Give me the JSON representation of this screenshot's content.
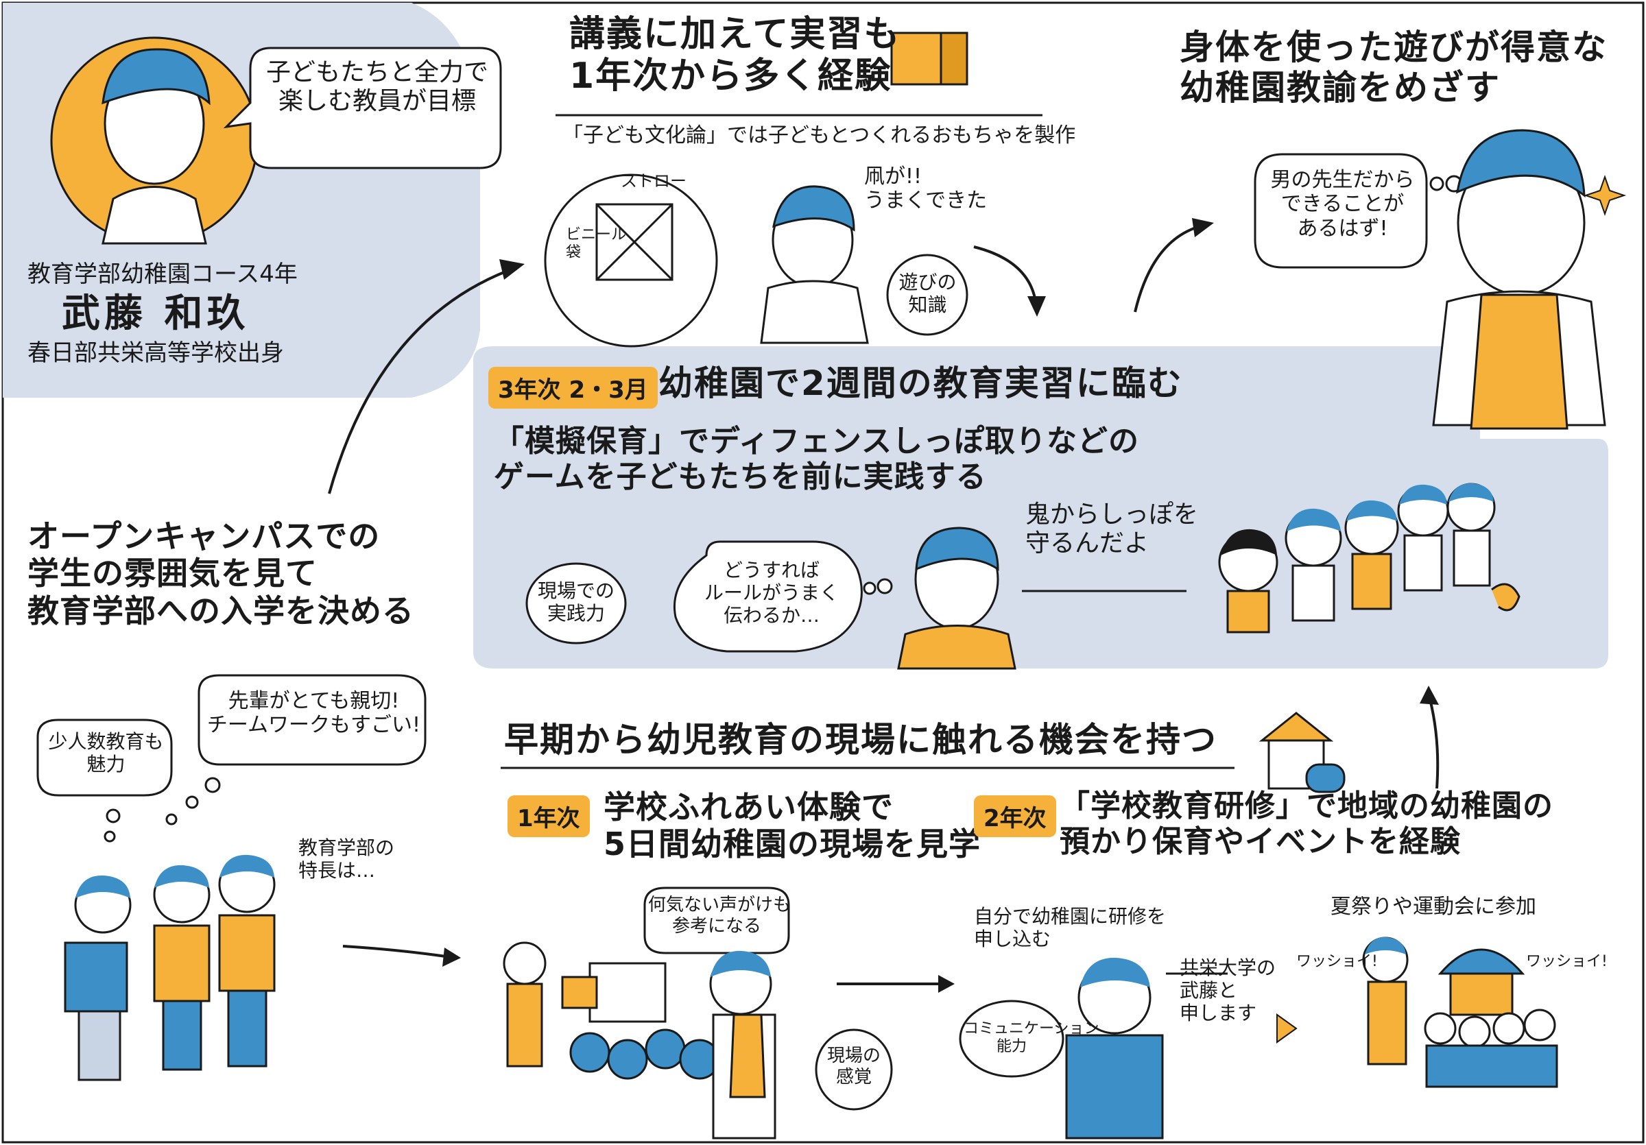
{
  "profile": {
    "speech": "子どもたちと全力で\n楽しむ教員が目標",
    "department": "教育学部幼稚園コース4年",
    "name": "武藤 和玖",
    "school": "春日部共栄高等学校出身"
  },
  "lecture": {
    "title": "講義に加えて実習も\n1年次から多く経験",
    "subtitle": "「子ども文化論」では子どもとつくれるおもちゃを製作",
    "label_straw": "ストロー",
    "label_bag": "ビニール\n袋",
    "speech": "凧が!!\nうまくできた",
    "badge": "遊びの\n知識"
  },
  "goal": {
    "title": "身体を使った遊びが得意な\n幼稚園教諭をめざす",
    "speech": "男の先生だから\nできることが\nあるはず!"
  },
  "practice": {
    "tag": "3年次 2・3月",
    "title": "幼稚園で2週間の教育実習に臨む",
    "body": "「模擬保育」でディフェンスしっぽ取りなどの\nゲームを子どもたちを前に実践する",
    "speech": "鬼からしっぽを\n守るんだよ",
    "badge": "現場での\n実践力",
    "thought": "どうすれば\nルールがうまく\n伝わるか…"
  },
  "opencampus": {
    "text": "オープンキャンパスでの\n学生の雰囲気を見て\n教育学部への入学を決める",
    "thought1": "少人数教育も\n魅力",
    "thought2": "先輩がとても親切!\nチームワークもすごい!",
    "speech": "教育学部の\n特長は…"
  },
  "early": {
    "title": "早期から幼児教育の現場に触れる機会を持つ"
  },
  "year1": {
    "tag": "1年次",
    "title": "学校ふれあい体験で\n5日間幼稚園の現場を見学",
    "speech": "何気ない声がけも\n参考になる",
    "badge": "現場の\n感覚"
  },
  "year2": {
    "tag": "2年次",
    "title": "「学校教育研修」で地域の幼稚園の\n預かり保育やイベントを経験",
    "caption1": "自分で幼稚園に研修を\n申し込む",
    "speech": "共栄大学の\n武藤と\n申します",
    "badge": "コミュニケーション\n能力",
    "caption2": "夏祭りや運動会に参加",
    "shout1": "ワッショイ!",
    "shout2": "ワッショイ!"
  },
  "colors": {
    "accent_orange": "#f5b13a",
    "panel_blue": "#d5deea",
    "hair_blue": "#3d8fc8",
    "ink": "#1a1a1a"
  }
}
